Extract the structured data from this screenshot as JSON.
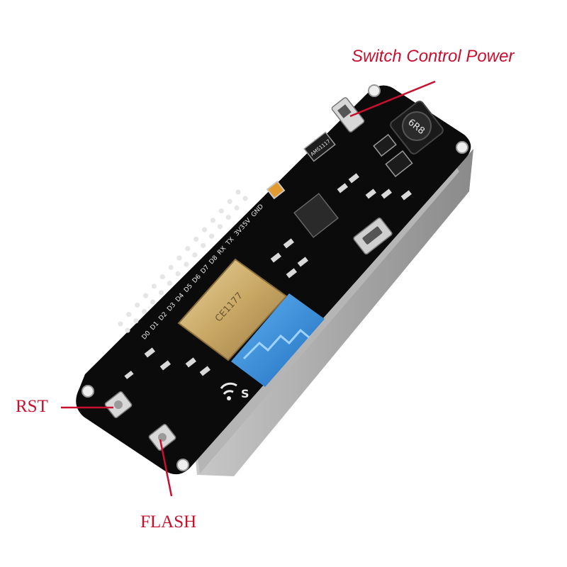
{
  "callouts": {
    "switch_control_power": "Switch Control Power",
    "rst": "RST",
    "flash": "FLASH"
  },
  "board": {
    "pin_labels": [
      "D0",
      "D1",
      "D2",
      "D3",
      "D4",
      "D5",
      "D6",
      "D7",
      "D8",
      "RX",
      "TX",
      "3V3",
      "5V",
      "GND"
    ],
    "module_marking": "CE1177",
    "inductor_marking": "6R8",
    "regulator_marking": "AMS1117",
    "wifi_logo_letter": "S"
  },
  "colors": {
    "accent": "#c8102e",
    "board": "#0b0b0c",
    "shield": "#c7a76a",
    "antenna": "#2f8ee0"
  }
}
